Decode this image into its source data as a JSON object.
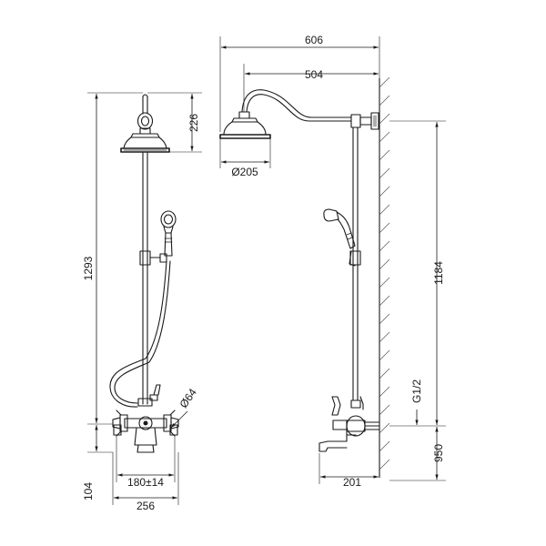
{
  "dimensions": {
    "overall_depth": "606",
    "arm_reach": "504",
    "head_diameter": "Ø205",
    "head_height": "226",
    "total_height": "1293",
    "riser_height": "1184",
    "spout_height": "104",
    "spout_reach": "201",
    "valve_width": "256",
    "center_distance": "180±14",
    "eccentric_diameter": "Ø64",
    "thread_size": "G1/2",
    "install_height": "950"
  }
}
